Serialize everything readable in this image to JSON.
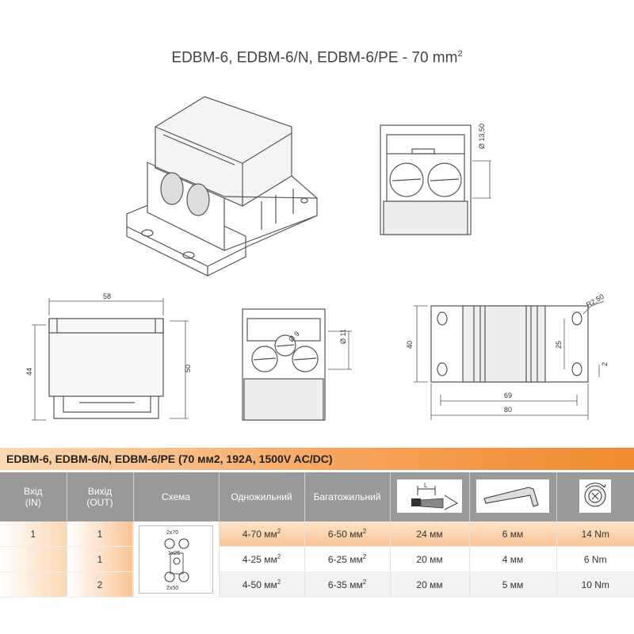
{
  "title": {
    "main": "EDBM-6, EDBM-6/N, EDBM-6/PE - 70 mm",
    "sup": "2"
  },
  "dimensions": {
    "top_right_dia": "Ø 13,50",
    "width_58": "58",
    "height_44": "44",
    "height_50": "50",
    "dia_9": "Ø 9",
    "dia_11": "Ø 11",
    "height_40": "40",
    "radius": "R2,50",
    "pitch_25": "25",
    "gap_2": "2",
    "width_69": "69",
    "width_80": "80"
  },
  "banner": "EDBM-6, EDBM-6/N, EDBM-6/PE  (70 мм2, 192A, 1500V AC/DC)",
  "table": {
    "headers": {
      "input": [
        "Вхід",
        "(IN)"
      ],
      "output": [
        "Вихід",
        "(OUT)"
      ],
      "scheme": "Схема",
      "solid": "Одножильний",
      "stranded": "Багатожильний",
      "strip_label": "L"
    },
    "scheme_labels": {
      "top": "2x70",
      "middle": "1x25",
      "bottom": "2x50"
    },
    "rows": [
      {
        "in": "1",
        "out": "1",
        "solid": "4-70 мм",
        "stranded": "6-50 мм",
        "strip": "24 мм",
        "key": "6 мм",
        "torque": "14 Nm"
      },
      {
        "in": "",
        "out": "1",
        "solid": "4-25 мм",
        "stranded": "6-25 мм",
        "strip": "20 мм",
        "key": "4 мм",
        "torque": "6 Nm"
      },
      {
        "in": "",
        "out": "2",
        "solid": "4-50 мм",
        "stranded": "6-35 мм",
        "strip": "20 мм",
        "key": "5 мм",
        "torque": "10 Nm"
      }
    ],
    "unit_sup": "2"
  },
  "icons": [
    "strip-length-icon",
    "hex-key-icon",
    "torque-screw-icon"
  ]
}
